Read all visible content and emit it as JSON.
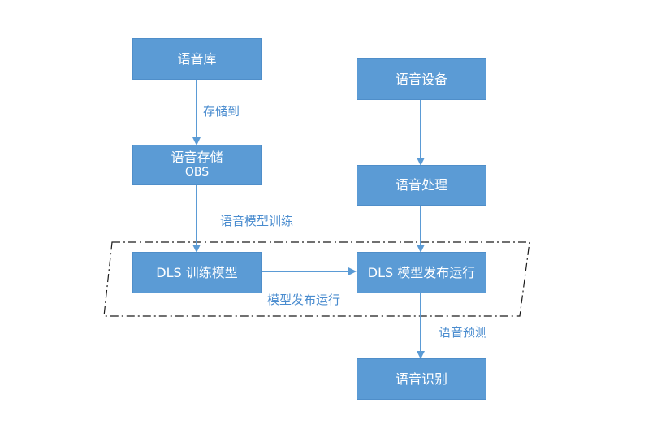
{
  "nodes": {
    "speech_library": {
      "label": "语音库"
    },
    "speech_storage": {
      "label": "语音存储",
      "sublabel": "OBS"
    },
    "dls_train": {
      "label": "DLS 训练模型"
    },
    "speech_device": {
      "label": "语音设备"
    },
    "speech_processing": {
      "label": "语音处理"
    },
    "dls_deploy": {
      "label": "DLS 模型发布运行"
    },
    "speech_recognition": {
      "label": "语音识别"
    }
  },
  "edges": {
    "store_to": {
      "label": "存储到"
    },
    "speech_model_training": {
      "label": "语音模型训练"
    },
    "model_deploy_run": {
      "label": "模型发布运行"
    },
    "speech_prediction": {
      "label": "语音预测"
    }
  },
  "colors": {
    "box_fill": "#5b9bd5",
    "arrow": "#5b9bd5",
    "edge_label": "#4a8ccf",
    "group_border": "#1a1a1a"
  }
}
